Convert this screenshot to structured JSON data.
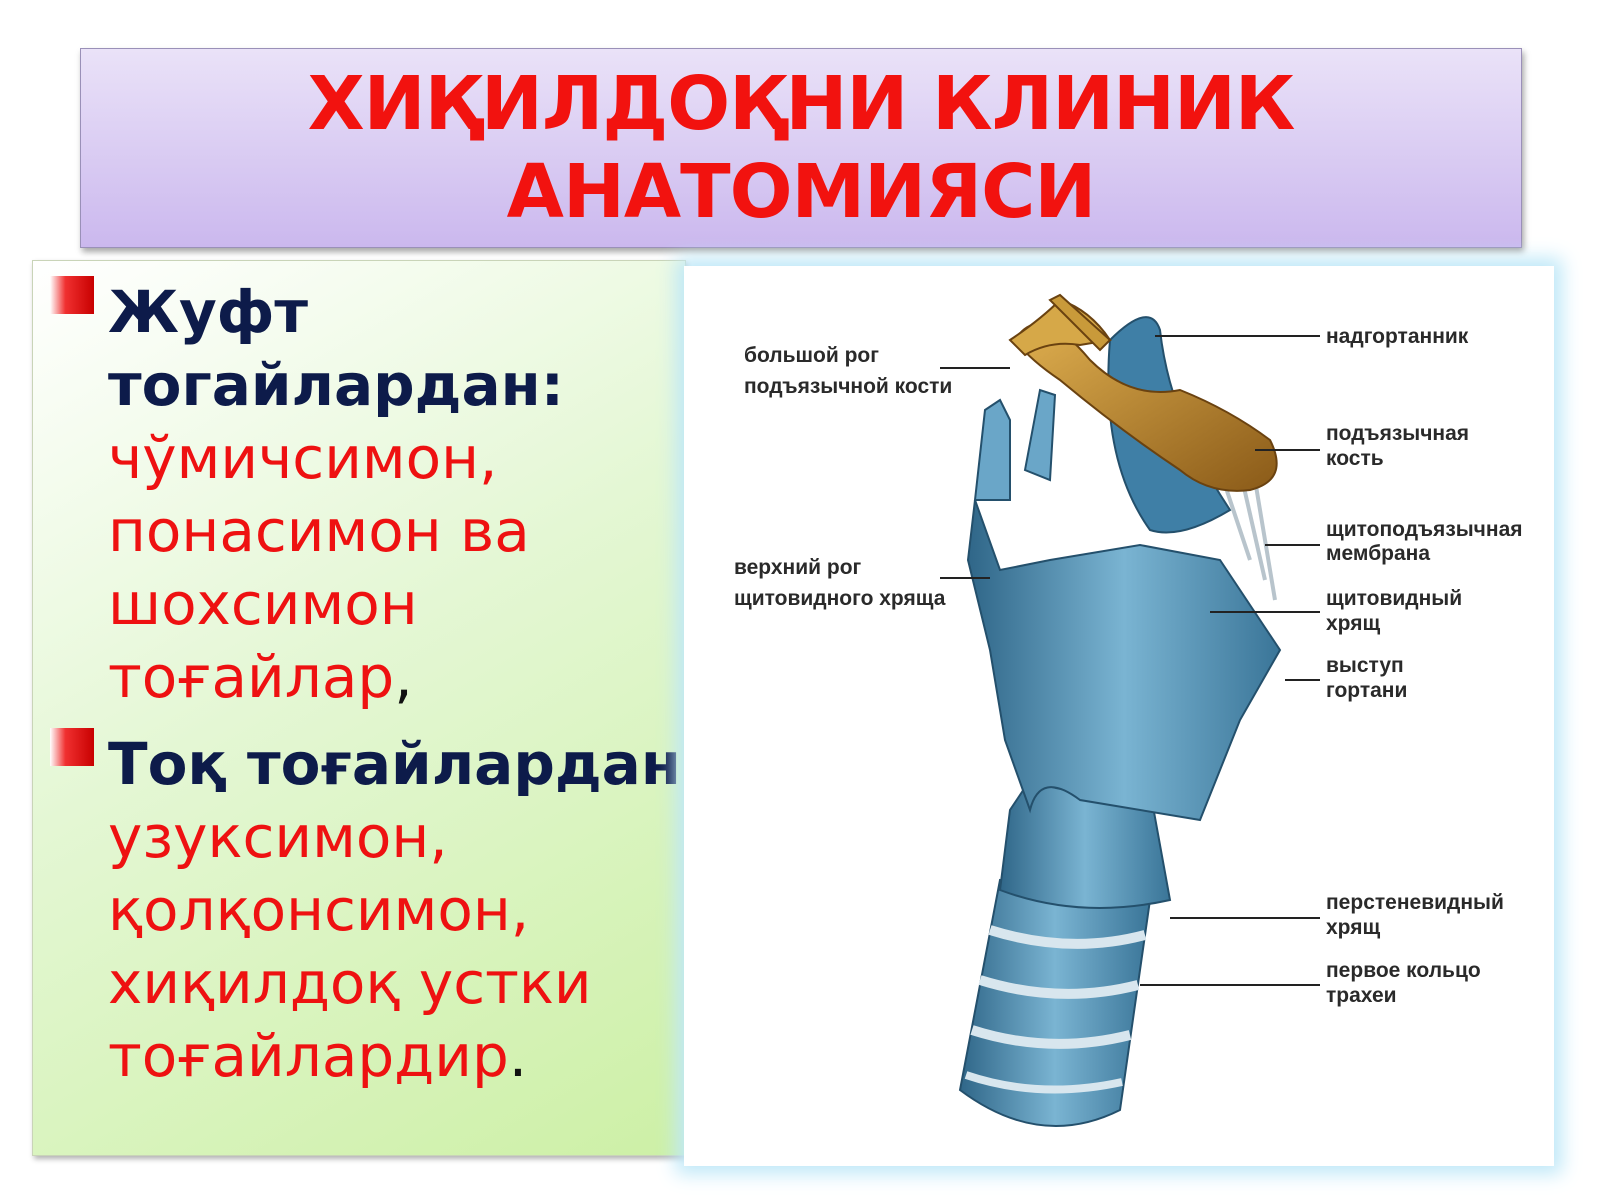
{
  "slide": {
    "title_line1": "ХИҚИЛДОҚНИ КЛИНИК",
    "title_line2": "АНАТОМИЯСИ"
  },
  "bullets": [
    {
      "heading_line1": "Жуфт",
      "heading_line2": "тогайлардан",
      "heading_punct": ":",
      "items_line1": "чўмичсимон,",
      "items_line2": "понасимон ва",
      "items_line3": "шохсимон",
      "items_line4": "тоғайлар",
      "items_punct": ","
    },
    {
      "heading": "Тоқ тоғайлардан:",
      "items_line1": "узуксимон,",
      "items_line2": "қолқонсимон,",
      "items_line3": "хиқилдоқ устки",
      "items_line4": "тоғайлардир",
      "items_punct": "."
    }
  ],
  "diagram": {
    "labels": {
      "greater_horn_1": "большой рог",
      "greater_horn_2": "подъязычной кости",
      "epiglottis": "надгортанник",
      "hyoid_1": "подъязычная",
      "hyoid_2": "кость",
      "thyrohyoid_1": "щитоподъязычная",
      "thyrohyoid_2": "мембрана",
      "superior_horn_1": "верхний рог",
      "superior_horn_2": "щитовидного хряща",
      "thyroid_1": "щитовидный",
      "thyroid_2": "хрящ",
      "prominence_1": "выступ",
      "prominence_2": "гортани",
      "cricoid_1": "перстеневидный",
      "cricoid_2": "хрящ",
      "trachea_1": "первое кольцо",
      "trachea_2": "трахеи"
    },
    "colors": {
      "cartilage": "#4f8cb0",
      "bone": "#c09030",
      "line": "#222222"
    }
  }
}
